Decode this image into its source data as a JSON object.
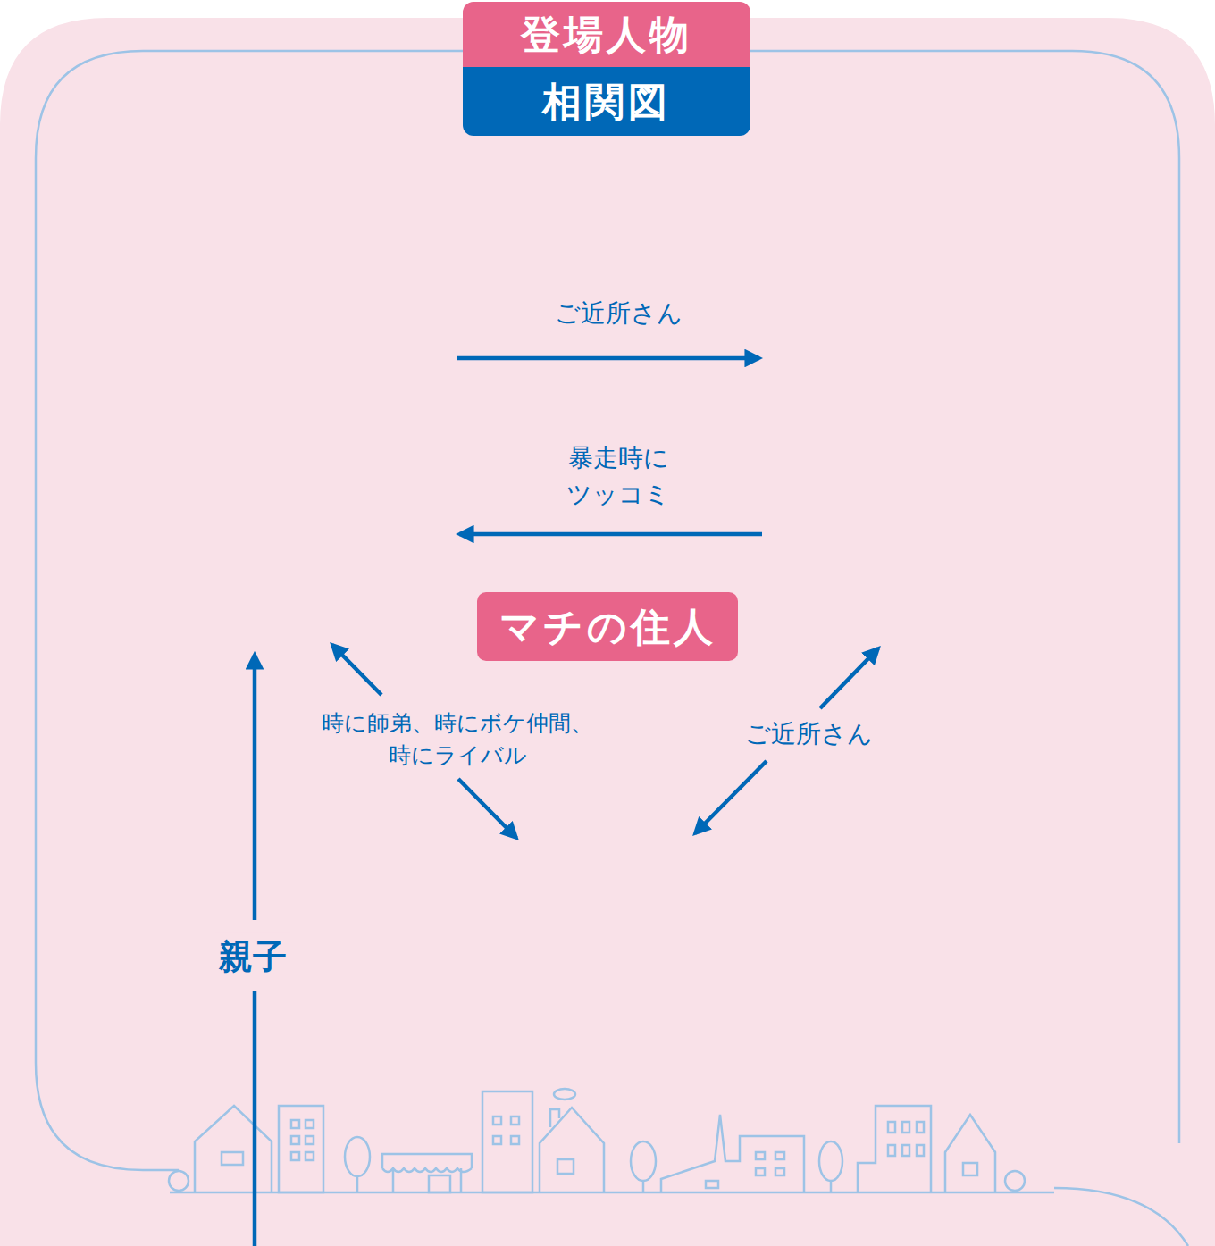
{
  "diagram": {
    "nodes": [
      {
        "text": [
          "登場人物",
          "相関図"
        ]
      },
      {
        "text": [
          "マチの住人"
        ]
      }
    ],
    "labels": [
      "ご近所さん",
      "暴走時に ツッコミ",
      "時に師弟、時にボケ仲間、 時にライバル",
      "ご近所さん",
      "親子"
    ]
  }
}
